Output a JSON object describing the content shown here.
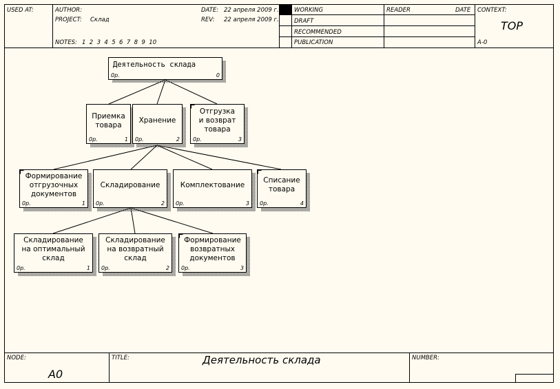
{
  "header": {
    "used_at": "USED AT:",
    "author": "AUTHOR:",
    "project_label": "PROJECT:",
    "project": "Склад",
    "date_label": "DATE:",
    "date": "22 апреля 2009 г.",
    "rev_label": "REV:",
    "rev": "22 апреля 2009 г.",
    "notes_label": "NOTES:",
    "notes": "1  2  3  4  5  6  7  8  9  10",
    "status": [
      "WORKING",
      "DRAFT",
      "RECOMMENDED",
      "PUBLICATION"
    ],
    "reader": "READER",
    "date2": "DATE",
    "context_label": "CONTEXT:",
    "context": "TOP",
    "context_node": "A-0"
  },
  "footer": {
    "node_label": "NODE:",
    "node": "A0",
    "title_label": "TITLE:",
    "title": "Деятельность склада",
    "number_label": "NUMBER:"
  },
  "tree": {
    "root": {
      "text": "Деятельность склада",
      "cost": "0р.",
      "num": "0"
    },
    "level1": [
      {
        "text": "Приемка\nтовара",
        "cost": "0р.",
        "num": "1"
      },
      {
        "text": "Хранение",
        "cost": "0р.",
        "num": "2"
      },
      {
        "text": "Отгрузка\nи возврат\nтовара",
        "cost": "0р.",
        "num": "3"
      }
    ],
    "level2": [
      {
        "text": "Формирование\nотгрузочных\nдокументов",
        "cost": "0р.",
        "num": "1"
      },
      {
        "text": "Складирование",
        "cost": "0р.",
        "num": "2"
      },
      {
        "text": "Комплектование",
        "cost": "0р.",
        "num": "3"
      },
      {
        "text": "Списание\nтовара",
        "cost": "0р.",
        "num": "4"
      }
    ],
    "level3": [
      {
        "text": "Складирование\nна оптимальный\nсклад",
        "cost": "0р.",
        "num": "1"
      },
      {
        "text": "Складирование\nна возвратный\nсклад",
        "cost": "0р.",
        "num": "2"
      },
      {
        "text": "Формирование\nвозвратных\nдокументов",
        "cost": "0р.",
        "num": "3"
      }
    ]
  }
}
